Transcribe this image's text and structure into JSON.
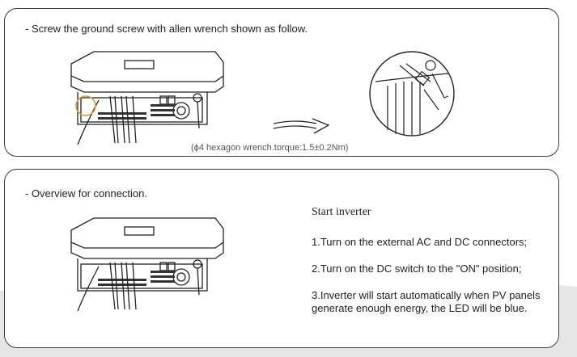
{
  "section_ground": {
    "heading": "- Screw the ground screw with allen wrench shown as follow.",
    "caption": "(ϕ4 hexagon wrench.torque:1.5±0.2Nm)"
  },
  "section_connection": {
    "heading": "- Overview for connection.",
    "start_title": "Start inverter",
    "steps": [
      "1.Turn on the external AC and DC connectors;",
      "2.Turn on the DC switch to the \"ON\" position;",
      "3.Inverter will start automatically when PV panels generate enough energy, the LED will be blue."
    ]
  }
}
